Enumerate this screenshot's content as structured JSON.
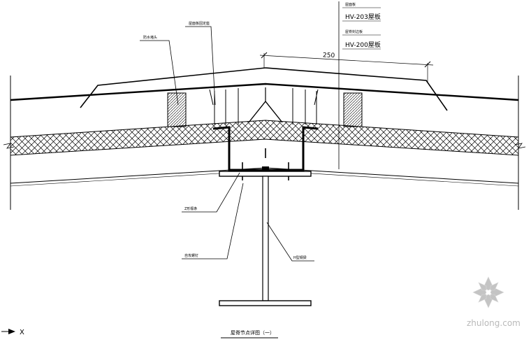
{
  "labels": {
    "top_1": "屋面板",
    "top_2": "HV-203屋板",
    "top_3": "屋脊封边板",
    "top_4": "HV-200屋板",
    "left_1": "屋面板固定座",
    "left_2": "防水堵头",
    "z_purlin": "Z形檩条",
    "bolt": "自攻螺钉",
    "steel_beam": "H型钢梁"
  },
  "dimension": "250",
  "title": "屋脊节点详图（一）",
  "axis_label": "X",
  "watermark": "zhulong.com",
  "colors": {
    "line": "#000000",
    "watermark": "#b9b9b9"
  }
}
